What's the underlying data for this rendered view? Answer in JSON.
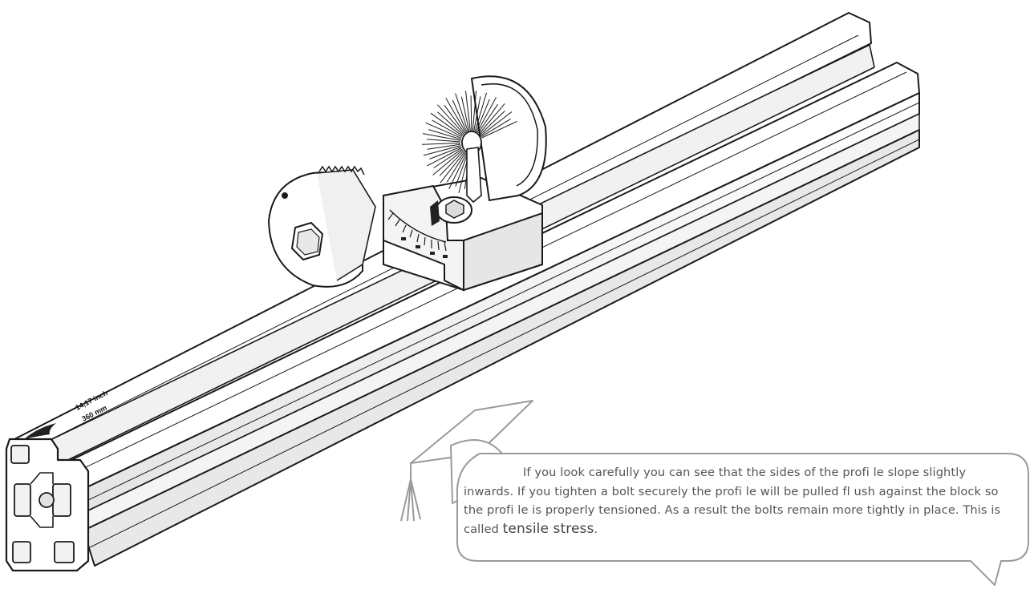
{
  "profile_label": {
    "inch": "14,17 inch",
    "mm": "360 mm"
  },
  "note": {
    "text_main": "If you look carefully you can see that the sides of the profi le slope slightly inwards. If you tighten a bolt securely the profi le will be pulled fl ush against the block so the profi le is properly tensioned. As a result the bolts remain more tightly in place. This is called",
    "term": "tensile stress",
    "end": "."
  },
  "colors": {
    "line": "#1a1a1a",
    "bubble_outline": "#9a9a9a",
    "text": "#555555",
    "fill": "#ffffff",
    "shade": "#e6e6e6"
  },
  "icons": [
    "graduation-cap-icon",
    "gear-wheel",
    "hex-bolt",
    "aluminium-profile"
  ]
}
